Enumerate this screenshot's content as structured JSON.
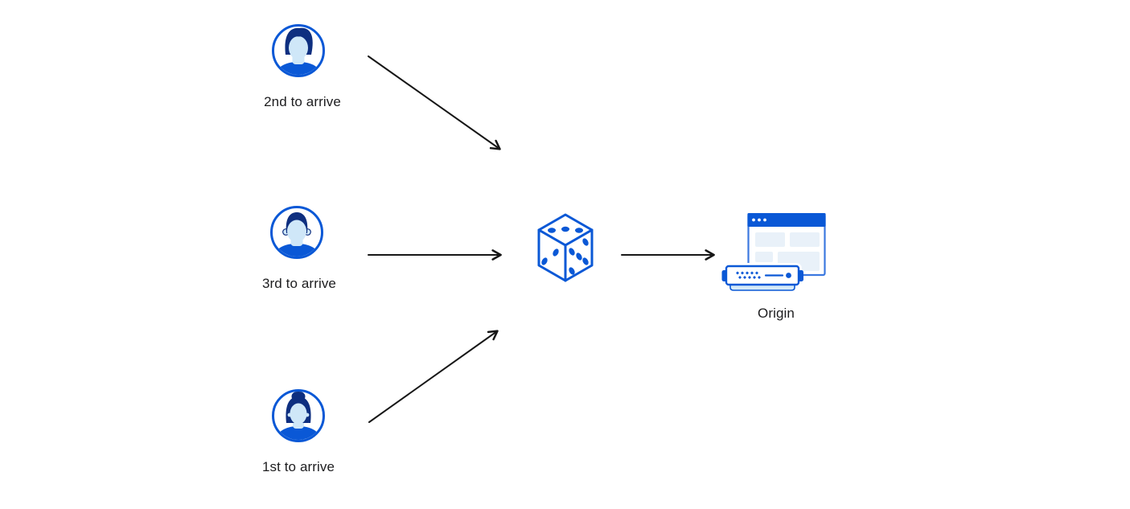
{
  "diagram": {
    "type": "flow-illustration",
    "background": "#ffffff",
    "colors": {
      "primary_blue": "#0a58d6",
      "window_border_blue": "#3c79e0",
      "dark_navy": "#0e2f80",
      "face_blue": "#cfe7f8",
      "pale_blue": "#e9f1f9",
      "light_blue": "#d5e9f8",
      "arrow_color": "#171717",
      "text_color": "#1d1d1f"
    },
    "nodes": {
      "visitor_second": {
        "label": "2nd to arrive",
        "icon": "user-avatar-icon"
      },
      "visitor_third": {
        "label": "3rd to arrive",
        "icon": "user-avatar-icon"
      },
      "visitor_first": {
        "label": "1st to arrive",
        "icon": "user-avatar-icon"
      },
      "selector": {
        "label": "",
        "icon": "dice-icon"
      },
      "origin": {
        "label": "Origin",
        "icon": "origin-server-icon"
      }
    },
    "edges": [
      {
        "from": "visitor_second",
        "to": "selector"
      },
      {
        "from": "visitor_third",
        "to": "selector"
      },
      {
        "from": "visitor_first",
        "to": "selector"
      },
      {
        "from": "selector",
        "to": "origin"
      }
    ]
  }
}
